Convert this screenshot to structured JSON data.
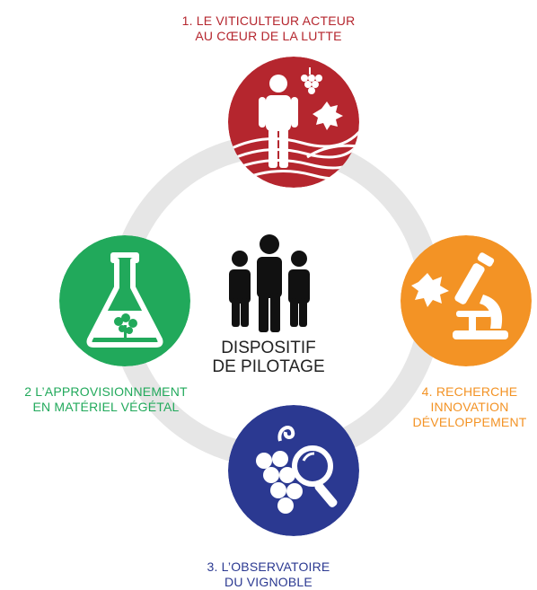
{
  "colors": {
    "ring": "#e6e6e6",
    "node1": "#b5262e",
    "node2": "#21a95b",
    "node3": "#2b3991",
    "node4": "#f39325",
    "center": "#111111"
  },
  "center": {
    "line1": "DISPOSITIF",
    "line2": "DE PILOTAGE",
    "icon": "people-group-icon"
  },
  "nodes": [
    {
      "id": "1",
      "icon": "winegrower-icon",
      "line1": "1. LE VITICULTEUR ACTEUR",
      "line2": "AU CŒUR DE LA LUTTE"
    },
    {
      "id": "2",
      "icon": "flask-plant-icon",
      "line1": "2 L’APPROVISIONNEMENT",
      "line2": "EN MATÉRIEL VÉGÉTAL"
    },
    {
      "id": "3",
      "icon": "grapes-magnifier-icon",
      "line1": "3. L’OBSERVATOIRE",
      "line2": "DU VIGNOBLE"
    },
    {
      "id": "4",
      "icon": "microscope-leaf-icon",
      "line1": "4. RECHERCHE",
      "line2": "INNOVATION",
      "line3": "DÉVELOPPEMENT"
    }
  ]
}
